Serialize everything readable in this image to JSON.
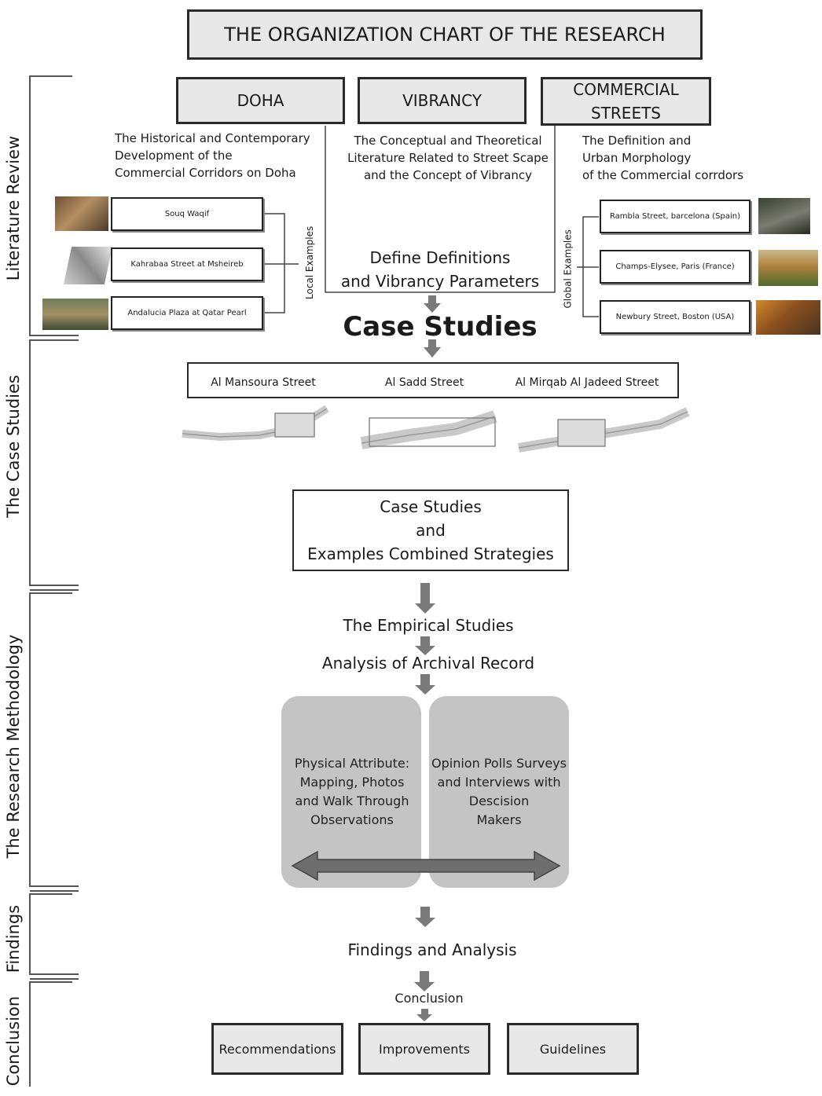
{
  "title": "THE ORGANIZATION CHART OF THE RESEARCH",
  "sections": {
    "literature_review": "Literature Review",
    "case_studies": "The Case Studies",
    "methodology": "The Research Methodology",
    "findings": "Findings",
    "conclusion": "Conclusion"
  },
  "top_boxes": {
    "doha": "DOHA",
    "vibrancy": "VIBRANCY",
    "commercial_line1": "COMMERCIAL",
    "commercial_line2": "STREETS"
  },
  "descriptions": {
    "doha": [
      "The Historical and Contemporary",
      "Development of the",
      "Commercial Corridors on Doha"
    ],
    "vibrancy": [
      "The Conceptual and Theoretical",
      "Literature Related to Street Scape",
      "and the Concept of Vibrancy"
    ],
    "commercial": [
      "The Definition and",
      "Urban Morphology",
      "of the Commercial corrdors"
    ]
  },
  "local_examples": {
    "label": "Local Examples",
    "items": [
      "Souq Waqif",
      "Kahrabaa Street at Msheireb",
      "Andalucia Plaza at Qatar Pearl"
    ]
  },
  "global_examples": {
    "label": "Global Examples",
    "items": [
      "Rambla Street, barcelona (Spain)",
      "Champs-Elysee, Paris (France)",
      "Newbury Street, Boston (USA)"
    ]
  },
  "define": [
    "Define Definitions",
    "and Vibrancy Parameters"
  ],
  "case_studies_heading": "Case Studies",
  "streets": [
    "Al Mansoura Street",
    "Al Sadd Street",
    "Al Mirqab Al Jadeed Street"
  ],
  "combined": [
    "Case Studies",
    "and",
    "Examples Combined Strategies"
  ],
  "empirical": "The Empirical Studies",
  "archival": "Analysis of Archival Record",
  "physical": [
    "Physical Attribute:",
    "Mapping, Photos",
    "and Walk Through",
    "Observations"
  ],
  "opinion": [
    "Opinion Polls Surveys",
    "and Interviews with",
    "Descision",
    "Makers"
  ],
  "findings_text": "Findings and Analysis",
  "conclusion_text": "Conclusion",
  "outputs": [
    "Recommendations",
    "Improvements",
    "Guidelines"
  ],
  "colors": {
    "box_fill": "#e8e8e8",
    "border": "#2a2a2a",
    "arrow": "#777777",
    "panel": "#c4c4c4"
  }
}
